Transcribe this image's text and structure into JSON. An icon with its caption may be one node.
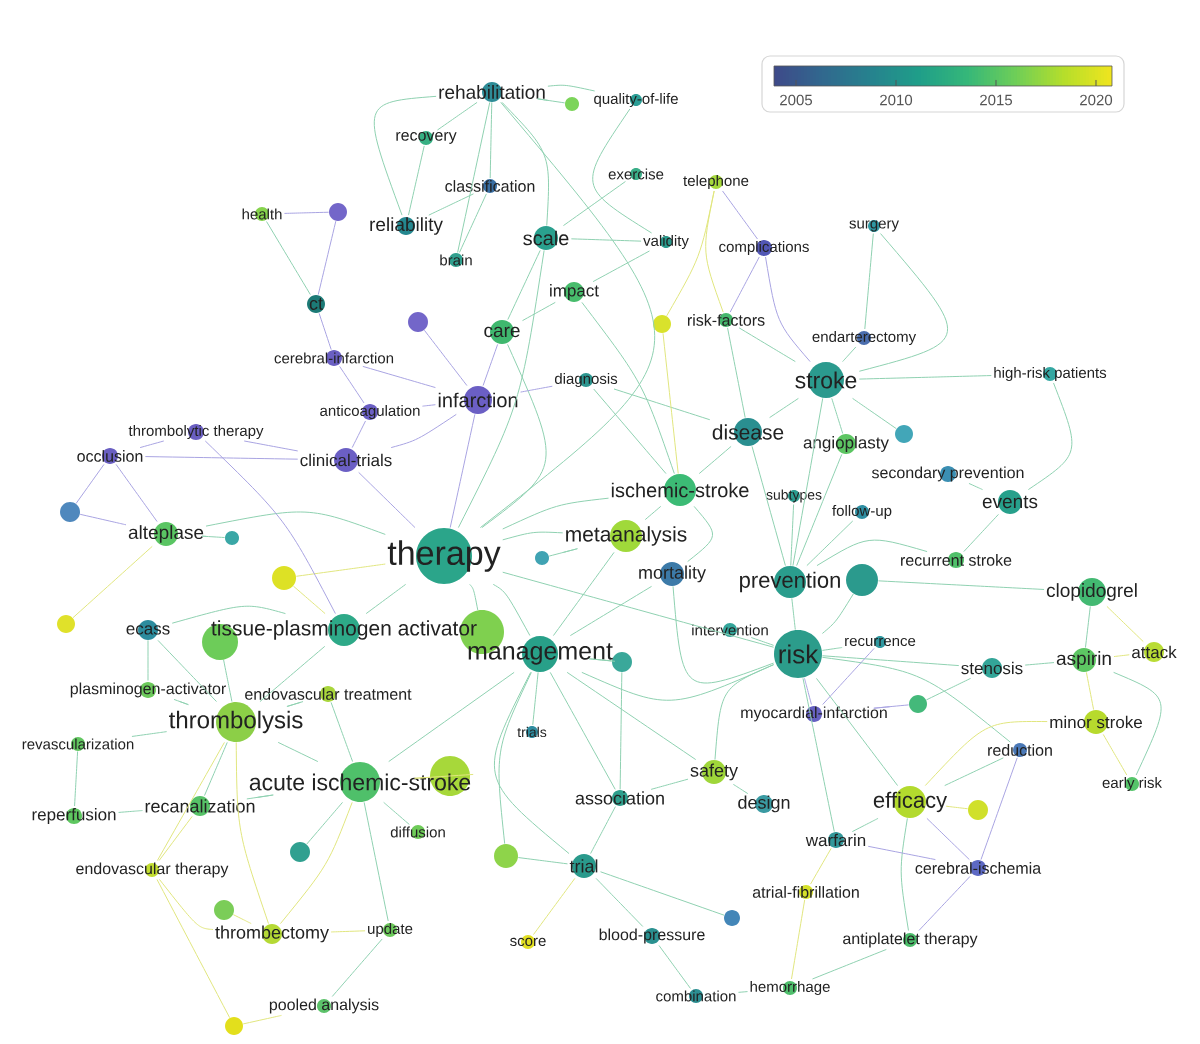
{
  "diagram": {
    "nodes": [
      {
        "text": [
          "rehabilitation"
        ]
      },
      {
        "text": [
          "quality-of-life"
        ]
      },
      {
        "text": [],
        "shape": "circle"
      },
      {
        "text": [
          "recovery"
        ]
      },
      {
        "text": [
          "exercise"
        ]
      },
      {
        "text": [
          "telephone"
        ]
      },
      {
        "text": [
          "classification"
        ]
      },
      {
        "text": [],
        "shape": "circle"
      },
      {
        "text": [
          "health"
        ]
      },
      {
        "text": [
          "surgery"
        ]
      },
      {
        "text": [
          "reliability"
        ]
      },
      {
        "text": [
          "scale"
        ]
      },
      {
        "text": [
          "validity"
        ]
      },
      {
        "text": [
          "complications"
        ]
      },
      {
        "text": [
          "brain"
        ]
      },
      {
        "text": [
          "impact"
        ]
      },
      {
        "text": [
          "ct"
        ]
      },
      {
        "text": [
          "risk-factors"
        ]
      },
      {
        "text": [],
        "shape": "circle"
      },
      {
        "text": [],
        "shape": "circle"
      },
      {
        "text": [
          "care"
        ]
      },
      {
        "text": [
          "endarterectomy"
        ]
      },
      {
        "text": [
          "cerebral-infarction"
        ]
      },
      {
        "text": [
          "high-risk patients"
        ]
      },
      {
        "text": [
          "stroke"
        ]
      },
      {
        "text": [
          "diagnosis"
        ]
      },
      {
        "text": [
          "infarction"
        ]
      },
      {
        "text": [
          "anticoagulation"
        ]
      },
      {
        "text": [
          "disease"
        ]
      },
      {
        "text": [
          "thrombolytic therapy"
        ]
      },
      {
        "text": [],
        "shape": "circle"
      },
      {
        "text": [
          "angioplasty"
        ]
      },
      {
        "text": [
          "occlusion"
        ]
      },
      {
        "text": [
          "clinical-trials"
        ]
      },
      {
        "text": [
          "secondary prevention"
        ]
      },
      {
        "text": [
          "ischemic-stroke"
        ]
      },
      {
        "text": [
          "subtypes"
        ]
      },
      {
        "text": [
          "events"
        ]
      },
      {
        "text": [
          "follow-up"
        ]
      },
      {
        "text": [],
        "shape": "circle"
      },
      {
        "text": [
          "alteplase"
        ]
      },
      {
        "text": [
          "metaanalysis"
        ]
      },
      {
        "text": [],
        "shape": "circle"
      },
      {
        "text": [
          "therapy"
        ]
      },
      {
        "text": [],
        "shape": "circle"
      },
      {
        "text": [
          "recurrent stroke"
        ]
      },
      {
        "text": [
          "mortality"
        ]
      },
      {
        "text": [],
        "shape": "circle"
      },
      {
        "text": [],
        "shape": "circle"
      },
      {
        "text": [
          "prevention"
        ]
      },
      {
        "text": [
          "clopidogrel"
        ]
      },
      {
        "text": [],
        "shape": "circle"
      },
      {
        "text": [
          "ecass"
        ]
      },
      {
        "text": [
          "tissue-plasminogen activator"
        ]
      },
      {
        "text": [
          "intervention"
        ]
      },
      {
        "text": [],
        "shape": "circle"
      },
      {
        "text": [
          "recurrence"
        ]
      },
      {
        "text": [],
        "shape": "circle"
      },
      {
        "text": [
          "attack"
        ]
      },
      {
        "text": [
          "risk"
        ]
      },
      {
        "text": [
          "management"
        ]
      },
      {
        "text": [
          "aspirin"
        ]
      },
      {
        "text": [],
        "shape": "circle"
      },
      {
        "text": [
          "stenosis"
        ]
      },
      {
        "text": [
          "plasminogen-activator"
        ]
      },
      {
        "text": [
          "endovascular treatment"
        ]
      },
      {
        "text": [],
        "shape": "circle"
      },
      {
        "text": [
          "myocardial-infarction"
        ]
      },
      {
        "text": [
          "thrombolysis"
        ]
      },
      {
        "text": [
          "minor stroke"
        ]
      },
      {
        "text": [
          "trials"
        ]
      },
      {
        "text": [
          "revascularization"
        ]
      },
      {
        "text": [
          "reduction"
        ]
      },
      {
        "text": [
          "safety"
        ]
      },
      {
        "text": [],
        "shape": "circle"
      },
      {
        "text": [
          "acute ischemic-stroke"
        ]
      },
      {
        "text": [
          "early risk"
        ]
      },
      {
        "text": [
          "association"
        ]
      },
      {
        "text": [
          "efficacy"
        ]
      },
      {
        "text": [
          "design"
        ]
      },
      {
        "text": [
          "recanalization"
        ]
      },
      {
        "text": [],
        "shape": "circle"
      },
      {
        "text": [
          "reperfusion"
        ]
      },
      {
        "text": [
          "diffusion"
        ]
      },
      {
        "text": [
          "warfarin"
        ]
      },
      {
        "text": [],
        "shape": "circle"
      },
      {
        "text": [],
        "shape": "circle"
      },
      {
        "text": [
          "trial"
        ]
      },
      {
        "text": [
          "cerebral-ischemia"
        ]
      },
      {
        "text": [
          "endovascular therapy"
        ]
      },
      {
        "text": [
          "atrial-fibrillation"
        ]
      },
      {
        "text": [],
        "shape": "circle"
      },
      {
        "text": [],
        "shape": "circle"
      },
      {
        "text": [
          "update"
        ]
      },
      {
        "text": [
          "thrombectomy"
        ]
      },
      {
        "text": [
          "blood-pressure"
        ]
      },
      {
        "text": [
          "antiplatelet therapy"
        ]
      },
      {
        "text": [
          "score"
        ]
      },
      {
        "text": [
          "hemorrhage"
        ]
      },
      {
        "text": [
          "combination"
        ]
      },
      {
        "text": [
          "pooled analysis"
        ]
      },
      {
        "text": [],
        "shape": "circle"
      }
    ],
    "edges": [
      {
        "from": 43,
        "to": 0,
        "arrow": "none"
      },
      {
        "from": 43,
        "to": 11,
        "arrow": "none"
      },
      {
        "from": 43,
        "to": 20,
        "arrow": "none"
      },
      {
        "from": 43,
        "to": 26,
        "arrow": "none",
        "color": "#a9a4e2"
      },
      {
        "from": 43,
        "to": 33,
        "arrow": "none",
        "color": "#a9a4e2"
      },
      {
        "from": 43,
        "to": 35,
        "arrow": "none"
      },
      {
        "from": 43,
        "to": 40,
        "arrow": "none"
      },
      {
        "from": 43,
        "to": 41,
        "arrow": "none"
      },
      {
        "from": 43,
        "to": 47,
        "arrow": "none",
        "color": "#e1e67e"
      },
      {
        "from": 43,
        "to": 53,
        "arrow": "none"
      },
      {
        "from": 43,
        "to": 55,
        "arrow": "none"
      },
      {
        "from": 43,
        "to": 59,
        "arrow": "none"
      },
      {
        "from": 43,
        "to": 60,
        "arrow": "none"
      },
      {
        "from": 60,
        "to": 41,
        "arrow": "none"
      },
      {
        "from": 60,
        "to": 46,
        "arrow": "none"
      },
      {
        "from": 60,
        "to": 62,
        "arrow": "none"
      },
      {
        "from": 60,
        "to": 70,
        "arrow": "none"
      },
      {
        "from": 60,
        "to": 77,
        "arrow": "none"
      },
      {
        "from": 60,
        "to": 87,
        "arrow": "none"
      },
      {
        "from": 60,
        "to": 59,
        "arrow": "none"
      },
      {
        "from": 60,
        "to": 73,
        "arrow": "none"
      },
      {
        "from": 60,
        "to": 75,
        "arrow": "none"
      },
      {
        "from": 60,
        "to": 86,
        "arrow": "none"
      },
      {
        "from": 59,
        "to": 49,
        "arrow": "none"
      },
      {
        "from": 59,
        "to": 54,
        "arrow": "none"
      },
      {
        "from": 59,
        "to": 56,
        "arrow": "none"
      },
      {
        "from": 59,
        "to": 67,
        "arrow": "none",
        "color": "#a9a4e2"
      },
      {
        "from": 59,
        "to": 63,
        "arrow": "none"
      },
      {
        "from": 59,
        "to": 72,
        "arrow": "none"
      },
      {
        "from": 59,
        "to": 78,
        "arrow": "none"
      },
      {
        "from": 59,
        "to": 84,
        "arrow": "none"
      },
      {
        "from": 59,
        "to": 73,
        "arrow": "none"
      },
      {
        "from": 59,
        "to": 46,
        "arrow": "none"
      },
      {
        "from": 59,
        "to": 48,
        "arrow": "none"
      },
      {
        "from": 49,
        "to": 24,
        "arrow": "none"
      },
      {
        "from": 49,
        "to": 28,
        "arrow": "none"
      },
      {
        "from": 49,
        "to": 31,
        "arrow": "none"
      },
      {
        "from": 49,
        "to": 38,
        "arrow": "none"
      },
      {
        "from": 49,
        "to": 36,
        "arrow": "none"
      },
      {
        "from": 49,
        "to": 45,
        "arrow": "none"
      },
      {
        "from": 48,
        "to": 50,
        "arrow": "none"
      },
      {
        "from": 24,
        "to": 21,
        "arrow": "none"
      },
      {
        "from": 24,
        "to": 23,
        "arrow": "none"
      },
      {
        "from": 24,
        "to": 28,
        "arrow": "none"
      },
      {
        "from": 24,
        "to": 31,
        "arrow": "none"
      },
      {
        "from": 24,
        "to": 13,
        "arrow": "none",
        "color": "#a9a4e2"
      },
      {
        "from": 24,
        "to": 17,
        "arrow": "none"
      },
      {
        "from": 24,
        "to": 30,
        "arrow": "none"
      },
      {
        "from": 24,
        "to": 9,
        "arrow": "none"
      },
      {
        "from": 28,
        "to": 35,
        "arrow": "none"
      },
      {
        "from": 28,
        "to": 25,
        "arrow": "none"
      },
      {
        "from": 28,
        "to": 17,
        "arrow": "none"
      },
      {
        "from": 35,
        "to": 41,
        "arrow": "none"
      },
      {
        "from": 35,
        "to": 46,
        "arrow": "none"
      },
      {
        "from": 35,
        "to": 15,
        "arrow": "none"
      },
      {
        "from": 35,
        "to": 19,
        "arrow": "none",
        "color": "#e1e67e"
      },
      {
        "from": 68,
        "to": 64,
        "arrow": "none"
      },
      {
        "from": 68,
        "to": 65,
        "arrow": "none"
      },
      {
        "from": 68,
        "to": 71,
        "arrow": "none"
      },
      {
        "from": 68,
        "to": 80,
        "arrow": "none"
      },
      {
        "from": 68,
        "to": 53,
        "arrow": "none"
      },
      {
        "from": 68,
        "to": 57,
        "arrow": "none"
      },
      {
        "from": 68,
        "to": 52,
        "arrow": "none"
      },
      {
        "from": 68,
        "to": 75,
        "arrow": "none"
      },
      {
        "from": 68,
        "to": 89,
        "arrow": "none",
        "color": "#e1e67e"
      },
      {
        "from": 68,
        "to": 94,
        "arrow": "none",
        "color": "#e1e67e"
      },
      {
        "from": 75,
        "to": 74,
        "arrow": "none",
        "color": "#e1e67e"
      },
      {
        "from": 75,
        "to": 85,
        "arrow": "none"
      },
      {
        "from": 75,
        "to": 83,
        "arrow": "none"
      },
      {
        "from": 75,
        "to": 80,
        "arrow": "none"
      },
      {
        "from": 75,
        "to": 93,
        "arrow": "none"
      },
      {
        "from": 75,
        "to": 94,
        "arrow": "none",
        "color": "#e1e67e"
      },
      {
        "from": 75,
        "to": 65,
        "arrow": "none"
      },
      {
        "from": 53,
        "to": 52,
        "arrow": "none"
      },
      {
        "from": 53,
        "to": 47,
        "arrow": "none",
        "color": "#e1e67e"
      },
      {
        "from": 53,
        "to": 29,
        "arrow": "none",
        "color": "#a9a4e2"
      },
      {
        "from": 40,
        "to": 42,
        "arrow": "none"
      },
      {
        "from": 40,
        "to": 51,
        "arrow": "none",
        "color": "#e1e67e"
      },
      {
        "from": 40,
        "to": 32,
        "arrow": "none",
        "color": "#a9a4e2"
      },
      {
        "from": 0,
        "to": 1,
        "arrow": "none"
      },
      {
        "from": 0,
        "to": 2,
        "arrow": "none"
      },
      {
        "from": 0,
        "to": 3,
        "arrow": "none"
      },
      {
        "from": 0,
        "to": 6,
        "arrow": "none"
      },
      {
        "from": 0,
        "to": 10,
        "arrow": "none"
      },
      {
        "from": 0,
        "to": 14,
        "arrow": "none"
      },
      {
        "from": 20,
        "to": 15,
        "arrow": "none"
      },
      {
        "from": 20,
        "to": 11,
        "arrow": "none"
      },
      {
        "from": 20,
        "to": 26,
        "arrow": "none",
        "color": "#a9a4e2"
      },
      {
        "from": 26,
        "to": 22,
        "arrow": "none",
        "color": "#a9a4e2"
      },
      {
        "from": 26,
        "to": 27,
        "arrow": "none",
        "color": "#a9a4e2"
      },
      {
        "from": 26,
        "to": 18,
        "arrow": "none",
        "color": "#a9a4e2"
      },
      {
        "from": 26,
        "to": 25,
        "arrow": "none",
        "color": "#a9a4e2"
      },
      {
        "from": 26,
        "to": 33,
        "arrow": "none",
        "color": "#a9a4e2"
      },
      {
        "from": 33,
        "to": 29,
        "arrow": "none",
        "color": "#a9a4e2"
      },
      {
        "from": 33,
        "to": 32,
        "arrow": "none",
        "color": "#a9a4e2"
      },
      {
        "from": 33,
        "to": 27,
        "arrow": "none",
        "color": "#a9a4e2"
      },
      {
        "from": 78,
        "to": 81,
        "arrow": "none",
        "color": "#e1e67e"
      },
      {
        "from": 78,
        "to": 69,
        "arrow": "none",
        "color": "#e1e67e"
      },
      {
        "from": 78,
        "to": 84,
        "arrow": "none"
      },
      {
        "from": 78,
        "to": 72,
        "arrow": "none"
      },
      {
        "from": 78,
        "to": 88,
        "arrow": "none",
        "color": "#a9a4e2"
      },
      {
        "from": 78,
        "to": 96,
        "arrow": "none"
      },
      {
        "from": 87,
        "to": 77,
        "arrow": "none"
      },
      {
        "from": 87,
        "to": 95,
        "arrow": "none"
      },
      {
        "from": 87,
        "to": 97,
        "arrow": "none",
        "color": "#e1e67e"
      },
      {
        "from": 87,
        "to": 92,
        "arrow": "none"
      },
      {
        "from": 87,
        "to": 86,
        "arrow": "none"
      },
      {
        "from": 73,
        "to": 77,
        "arrow": "none"
      },
      {
        "from": 73,
        "to": 79,
        "arrow": "none"
      },
      {
        "from": 61,
        "to": 50,
        "arrow": "none"
      },
      {
        "from": 61,
        "to": 58,
        "arrow": "none",
        "color": "#e1e67e"
      },
      {
        "from": 61,
        "to": 69,
        "arrow": "none",
        "color": "#e1e67e"
      },
      {
        "from": 61,
        "to": 63,
        "arrow": "none"
      },
      {
        "from": 61,
        "to": 76,
        "arrow": "none"
      },
      {
        "from": 37,
        "to": 34,
        "arrow": "none"
      },
      {
        "from": 37,
        "to": 45,
        "arrow": "none"
      },
      {
        "from": 37,
        "to": 23,
        "arrow": "none"
      },
      {
        "from": 8,
        "to": 16,
        "arrow": "none"
      },
      {
        "from": 8,
        "to": 7,
        "arrow": "none",
        "color": "#a9a4e2"
      },
      {
        "from": 5,
        "to": 17,
        "arrow": "none",
        "color": "#e1e67e"
      },
      {
        "from": 5,
        "to": 19,
        "arrow": "none",
        "color": "#e1e67e"
      },
      {
        "from": 9,
        "to": 21,
        "arrow": "none"
      },
      {
        "from": 1,
        "to": 12,
        "arrow": "none"
      },
      {
        "from": 12,
        "to": 11,
        "arrow": "none"
      },
      {
        "from": 6,
        "to": 10,
        "arrow": "none"
      },
      {
        "from": 7,
        "to": 16,
        "arrow": "none",
        "color": "#a9a4e2"
      },
      {
        "from": 16,
        "to": 22,
        "arrow": "none",
        "color": "#a9a4e2"
      },
      {
        "from": 95,
        "to": 99,
        "arrow": "none"
      },
      {
        "from": 99,
        "to": 98,
        "arrow": "none"
      },
      {
        "from": 98,
        "to": 90,
        "arrow": "none",
        "color": "#e1e67e"
      },
      {
        "from": 96,
        "to": 88,
        "arrow": "none",
        "color": "#a9a4e2"
      },
      {
        "from": 84,
        "to": 90,
        "arrow": "none",
        "color": "#e1e67e"
      },
      {
        "from": 93,
        "to": 100,
        "arrow": "none"
      },
      {
        "from": 100,
        "to": 101,
        "arrow": "none",
        "color": "#e1e67e"
      },
      {
        "from": 101,
        "to": 89,
        "arrow": "none",
        "color": "#e1e67e"
      },
      {
        "from": 82,
        "to": 80,
        "arrow": "none"
      },
      {
        "from": 82,
        "to": 71,
        "arrow": "none"
      },
      {
        "from": 91,
        "to": 94,
        "arrow": "none",
        "color": "#e1e67e"
      },
      {
        "from": 32,
        "to": 39,
        "arrow": "none",
        "color": "#a9a4e2"
      },
      {
        "from": 76,
        "to": 69,
        "arrow": "none",
        "color": "#e1e67e"
      },
      {
        "from": 63,
        "to": 66,
        "arrow": "none"
      },
      {
        "from": 66,
        "to": 67,
        "arrow": "none",
        "color": "#a9a4e2"
      },
      {
        "from": 4,
        "to": 11,
        "arrow": "none"
      },
      {
        "from": 44,
        "to": 41,
        "arrow": "none"
      },
      {
        "from": 0,
        "to": 11,
        "arrow": "none"
      },
      {
        "from": 3,
        "to": 10,
        "arrow": "none"
      },
      {
        "from": 6,
        "to": 14,
        "arrow": "none"
      },
      {
        "from": 5,
        "to": 13,
        "arrow": "none",
        "color": "#a9a4e2"
      },
      {
        "from": 13,
        "to": 17,
        "arrow": "none",
        "color": "#a9a4e2"
      },
      {
        "from": 12,
        "to": 15,
        "arrow": "none"
      },
      {
        "from": 25,
        "to": 35,
        "arrow": "none"
      },
      {
        "from": 22,
        "to": 27,
        "arrow": "none",
        "color": "#a9a4e2"
      },
      {
        "from": 29,
        "to": 32,
        "arrow": "none",
        "color": "#a9a4e2"
      },
      {
        "from": 39,
        "to": 40,
        "arrow": "none",
        "color": "#a9a4e2"
      },
      {
        "from": 52,
        "to": 64,
        "arrow": "none"
      },
      {
        "from": 80,
        "to": 89,
        "arrow": "none",
        "color": "#e1e67e"
      },
      {
        "from": 89,
        "to": 94,
        "arrow": "none",
        "color": "#e1e67e"
      },
      {
        "from": 93,
        "to": 94,
        "arrow": "none",
        "color": "#e1e67e"
      },
      {
        "from": 98,
        "to": 96,
        "arrow": "none"
      },
      {
        "from": 84,
        "to": 88,
        "arrow": "none",
        "color": "#a9a4e2"
      },
      {
        "from": 88,
        "to": 72,
        "arrow": "none",
        "color": "#a9a4e2"
      },
      {
        "from": 50,
        "to": 58,
        "arrow": "none",
        "color": "#e1e67e"
      },
      {
        "from": 56,
        "to": 67,
        "arrow": "none",
        "color": "#a9a4e2"
      },
      {
        "from": 62,
        "to": 77,
        "arrow": "none"
      }
    ],
    "labels": [
      "2005",
      "2010",
      "2015",
      "2020"
    ]
  }
}
